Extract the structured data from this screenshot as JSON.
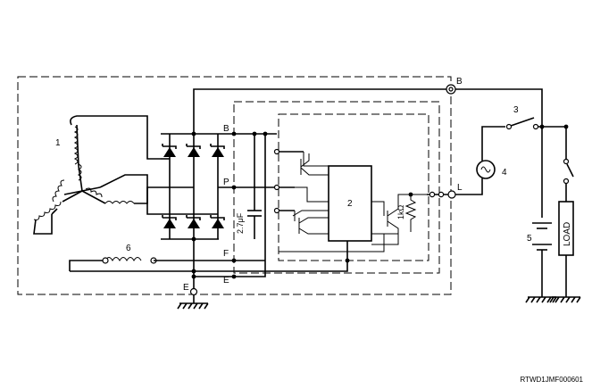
{
  "terminals": {
    "b_out": "B",
    "b_in": "B",
    "p": "P",
    "f": "F",
    "e_in": "E",
    "e_out": "E",
    "l": "L"
  },
  "components": {
    "stator": "1",
    "ic_regulator": "2",
    "key_switch": "3",
    "charge_lamp": "4",
    "battery": "5",
    "field_coil": "6",
    "load": "LOAD"
  },
  "values": {
    "capacitor": "2.7μF",
    "resistor": "1kΩ"
  },
  "figure_code": "RTWD1JMF000601"
}
